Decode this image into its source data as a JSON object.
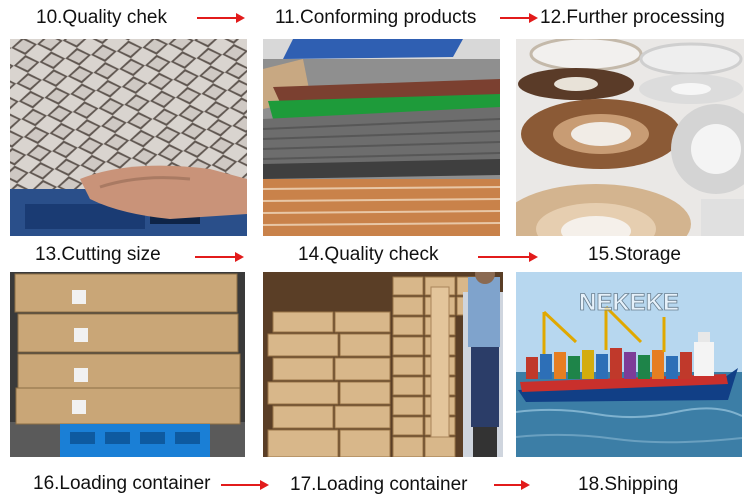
{
  "steps": [
    {
      "label": "10.Quality chek"
    },
    {
      "label": "11.Conforming products"
    },
    {
      "label": "12.Further processing"
    },
    {
      "label": "13.Cutting size"
    },
    {
      "label": "14.Quality check"
    },
    {
      "label": "15.Storage"
    },
    {
      "label": "16.Loading container"
    },
    {
      "label": "17.Loading container"
    },
    {
      "label": "18.Shipping"
    }
  ],
  "watermark": "NEKEKE",
  "colors": {
    "arrow": "#e21b1b"
  }
}
